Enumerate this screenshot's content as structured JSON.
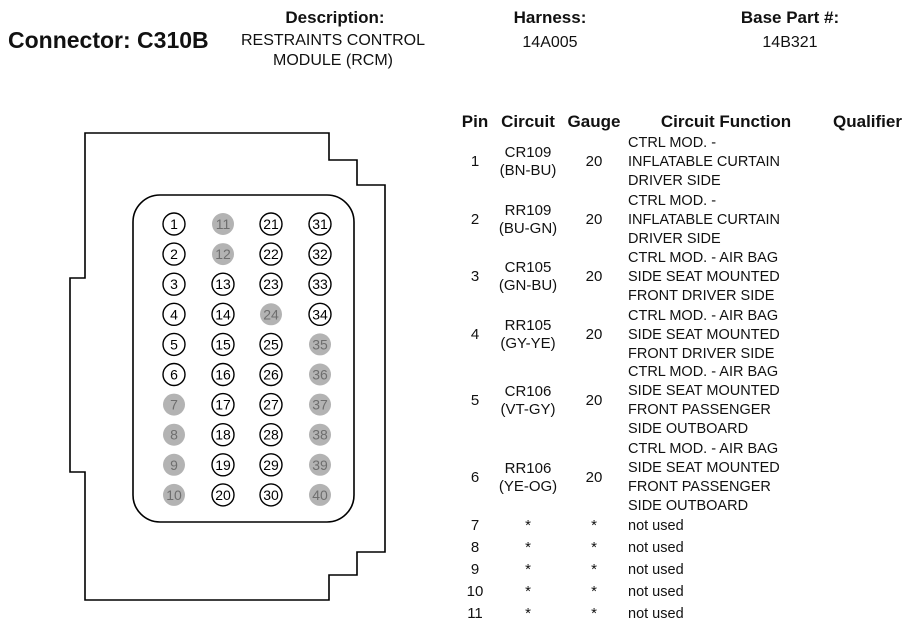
{
  "header": {
    "connector_title": "Connector: C310B",
    "description_label": "Description:",
    "description_value": "RESTRAINTS CONTROL MODULE (RCM)",
    "harness_label": "Harness:",
    "harness_value": "14A005",
    "base_part_label": "Base Part #:",
    "base_part_value": "14B321"
  },
  "table": {
    "columns": [
      "Pin",
      "Circuit",
      "Gauge",
      "Circuit Function",
      "Qualifier"
    ],
    "rows": [
      {
        "pin": "1",
        "circuit": "CR109\n(BN-BU)",
        "gauge": "20",
        "function": "CTRL MOD. -\nINFLATABLE CURTAIN\nDRIVER SIDE"
      },
      {
        "pin": "2",
        "circuit": "RR109\n(BU-GN)",
        "gauge": "20",
        "function": "CTRL MOD. -\nINFLATABLE CURTAIN\nDRIVER SIDE"
      },
      {
        "pin": "3",
        "circuit": "CR105\n(GN-BU)",
        "gauge": "20",
        "function": "CTRL MOD. - AIR BAG\nSIDE SEAT MOUNTED\nFRONT DRIVER SIDE"
      },
      {
        "pin": "4",
        "circuit": "RR105\n(GY-YE)",
        "gauge": "20",
        "function": "CTRL MOD. - AIR BAG\nSIDE SEAT MOUNTED\nFRONT DRIVER SIDE"
      },
      {
        "pin": "5",
        "circuit": "CR106\n(VT-GY)",
        "gauge": "20",
        "function": "CTRL MOD. - AIR BAG\nSIDE SEAT MOUNTED\nFRONT PASSENGER\nSIDE OUTBOARD"
      },
      {
        "pin": "6",
        "circuit": "RR106\n(YE-OG)",
        "gauge": "20",
        "function": "CTRL MOD. - AIR BAG\nSIDE SEAT MOUNTED\nFRONT PASSENGER\nSIDE OUTBOARD"
      },
      {
        "pin": "7",
        "circuit": "*",
        "gauge": "*",
        "function": "not used"
      },
      {
        "pin": "8",
        "circuit": "*",
        "gauge": "*",
        "function": "not used"
      },
      {
        "pin": "9",
        "circuit": "*",
        "gauge": "*",
        "function": "not used"
      },
      {
        "pin": "10",
        "circuit": "*",
        "gauge": "*",
        "function": "not used"
      },
      {
        "pin": "11",
        "circuit": "*",
        "gauge": "*",
        "function": "not used"
      }
    ]
  },
  "connector_diagram": {
    "pin_columns": [
      [
        "1",
        "2",
        "3",
        "4",
        "5",
        "6",
        "7",
        "8",
        "9",
        "10"
      ],
      [
        "11",
        "12",
        "13",
        "14",
        "15",
        "16",
        "17",
        "18",
        "19",
        "20"
      ],
      [
        "21",
        "22",
        "23",
        "24",
        "25",
        "26",
        "27",
        "28",
        "29",
        "30"
      ],
      [
        "31",
        "32",
        "33",
        "34",
        "35",
        "36",
        "37",
        "38",
        "39",
        "40"
      ]
    ],
    "unused_pins": [
      "7",
      "8",
      "9",
      "10",
      "11",
      "12",
      "24",
      "35",
      "36",
      "37",
      "38",
      "39",
      "40"
    ],
    "colors": {
      "outline": "#000000",
      "unused_fill": "#b3b3b3",
      "unused_text": "#6e6e6e",
      "used_fill": "#ffffff"
    }
  }
}
